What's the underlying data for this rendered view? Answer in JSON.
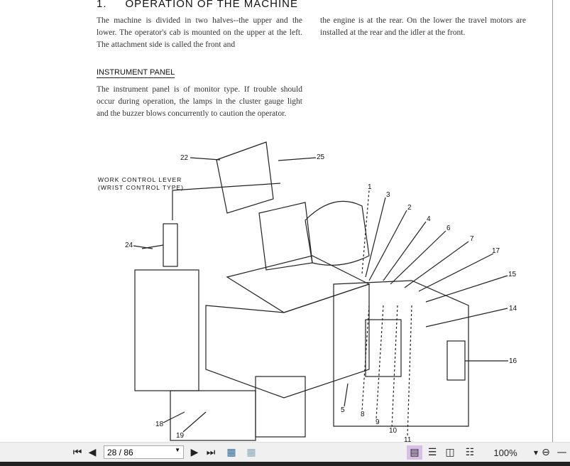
{
  "document": {
    "section_number": "1.",
    "section_title": "OPERATION OF THE MACHINE",
    "intro_col1": "The machine is divided in two halves--the upper and the lower. The operator's cab is mounted on the upper at the left. The attachment side is called the front and",
    "intro_col2": "the engine is at the rear. On the lower the travel motors are installed at the rear and the idler at the front.",
    "subheading": "INSTRUMENT PANEL",
    "panel_text": "The instrument panel is of monitor type. If trouble should occur during operation, the lamps in the cluster gauge light and the buzzer blows concurrently to caution the operator.",
    "figure": {
      "lever_label_1": "WORK CONTROL LEVER",
      "lever_label_2": "(WRIST CONTROL TYPE)",
      "callouts": [
        "22",
        "25",
        "1",
        "3",
        "2",
        "4",
        "6",
        "7",
        "17",
        "15",
        "14",
        "16",
        "5",
        "8",
        "9",
        "10",
        "11",
        "24",
        "18",
        "19"
      ]
    }
  },
  "toolbar": {
    "page_value": "28 / 86",
    "zoom": "100%"
  }
}
